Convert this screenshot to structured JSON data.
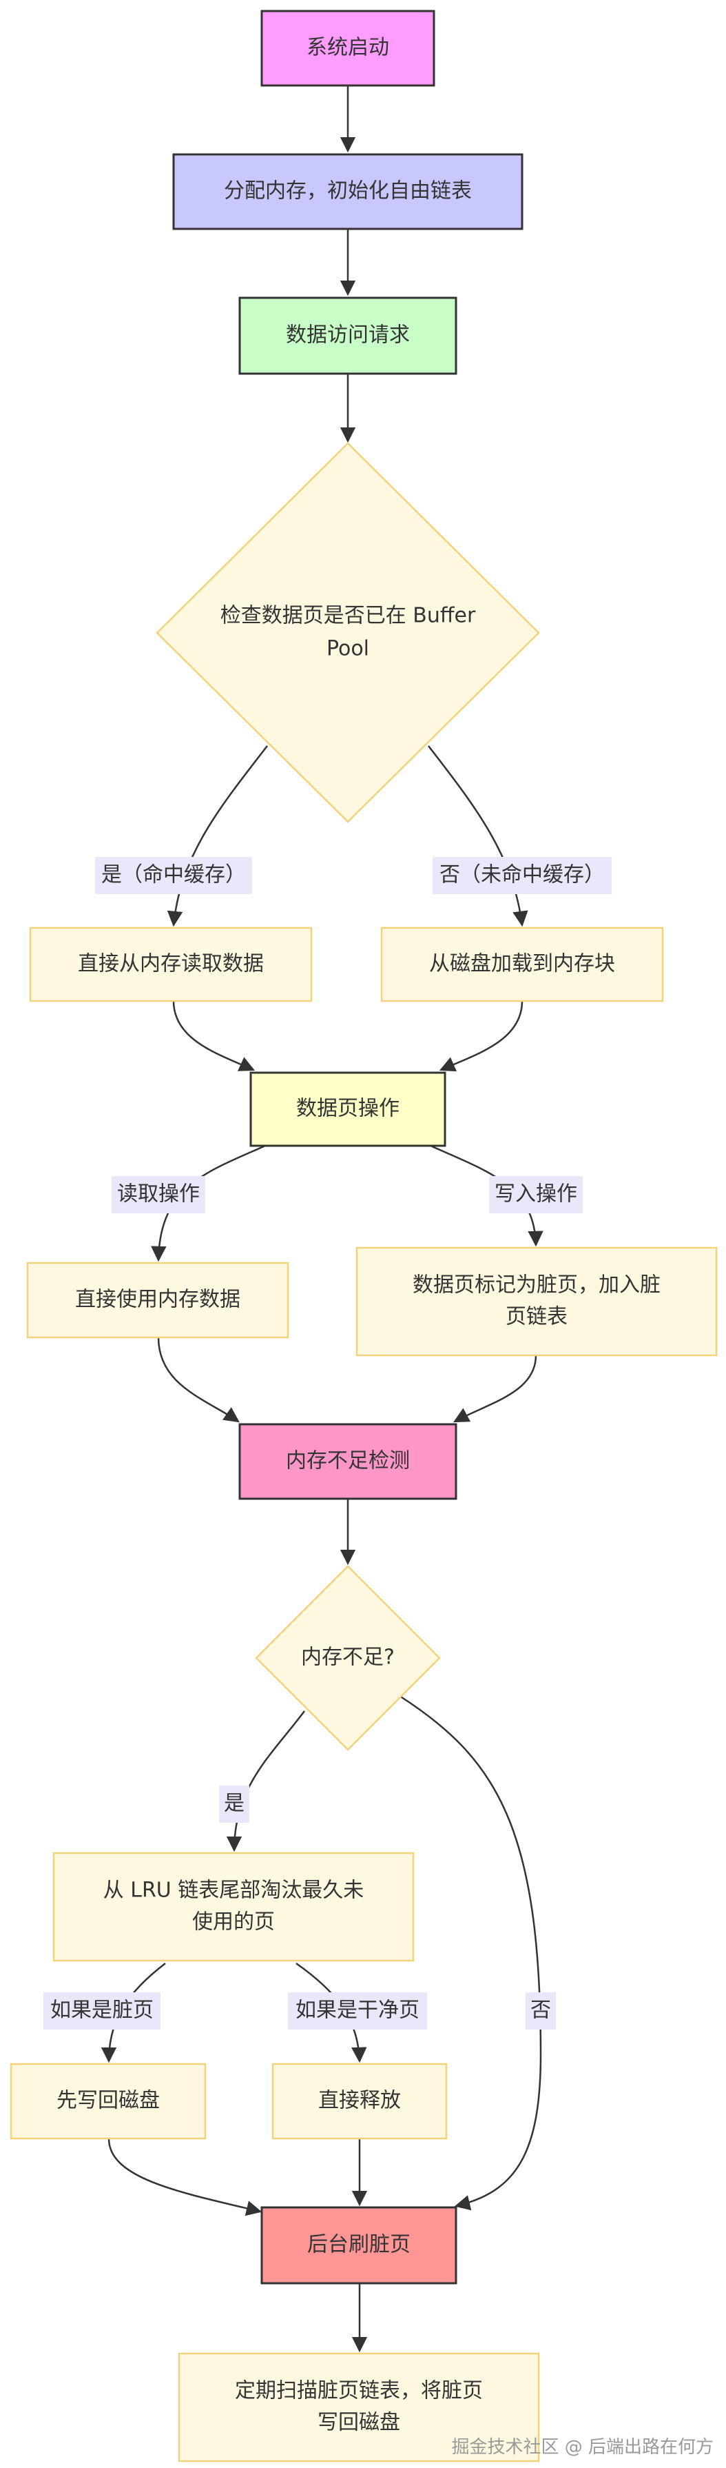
{
  "nodes": {
    "start": "系统启动",
    "alloc": "分配内存，初始化自由链表",
    "request": "数据访问请求",
    "check": [
      "检查数据页是否已在 Buffer",
      "Pool"
    ],
    "hit": "直接从内存读取数据",
    "miss": "从磁盘加载到内存块",
    "op": "数据页操作",
    "read_mem": "直接使用内存数据",
    "mark_dirty": [
      "数据页标记为脏页，加入脏",
      "页链表"
    ],
    "mem_check": "内存不足检测",
    "mem_low": "内存不足?",
    "evict": [
      "从 LRU 链表尾部淘汰最久未",
      "使用的页"
    ],
    "write_back": "先写回磁盘",
    "release": "直接释放",
    "flush": "后台刷脏页",
    "scan": [
      "定期扫描脏页链表，将脏页",
      "写回磁盘"
    ]
  },
  "edge_labels": {
    "yes_hit": "是（命中缓存）",
    "no_miss": "否（未命中缓存）",
    "read_op": "读取操作",
    "write_op": "写入操作",
    "yes": "是",
    "no": "否",
    "if_dirty": "如果是脏页",
    "if_clean": "如果是干净页"
  },
  "watermark": "掘金技术社区 @ 后端出路在何方",
  "colors": {
    "start": "#ff9cff",
    "alloc": "#c8c8ff",
    "request": "#c8ffc8",
    "default": "#fff8e1",
    "op": "#ffffc8",
    "mem_check": "#ff96c8",
    "flush": "#ff9696",
    "edge_label_bg": "#e8e8fa",
    "stroke_dark": "#333333",
    "stroke_light": "#f2d37a"
  }
}
